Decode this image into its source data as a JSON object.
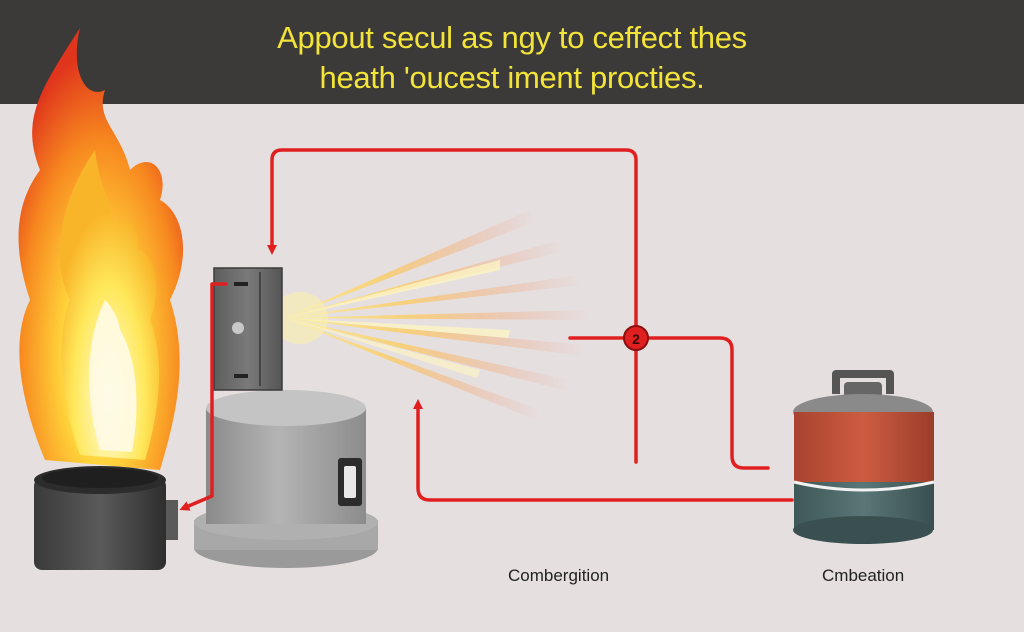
{
  "header": {
    "title_line1": "Appout secul as ngy to ceffect thes",
    "title_line2": "heath 'oucest iment procties."
  },
  "diagram": {
    "junction_label": "2",
    "caption_center": "Combergition",
    "caption_right": "Cmbeation"
  },
  "colors": {
    "banner": "#3b3a38",
    "title_text": "#f3e43a",
    "background": "#e6dfdf",
    "flow_line": "#e02020",
    "tank_upper": "#c0533a",
    "tank_lower": "#4e6a6a"
  },
  "icons": [
    "flame-icon",
    "burner-icon",
    "heat-sensor-icon",
    "heat-rays-icon",
    "boiler-icon",
    "gas-tank-icon",
    "arrow-icon"
  ]
}
